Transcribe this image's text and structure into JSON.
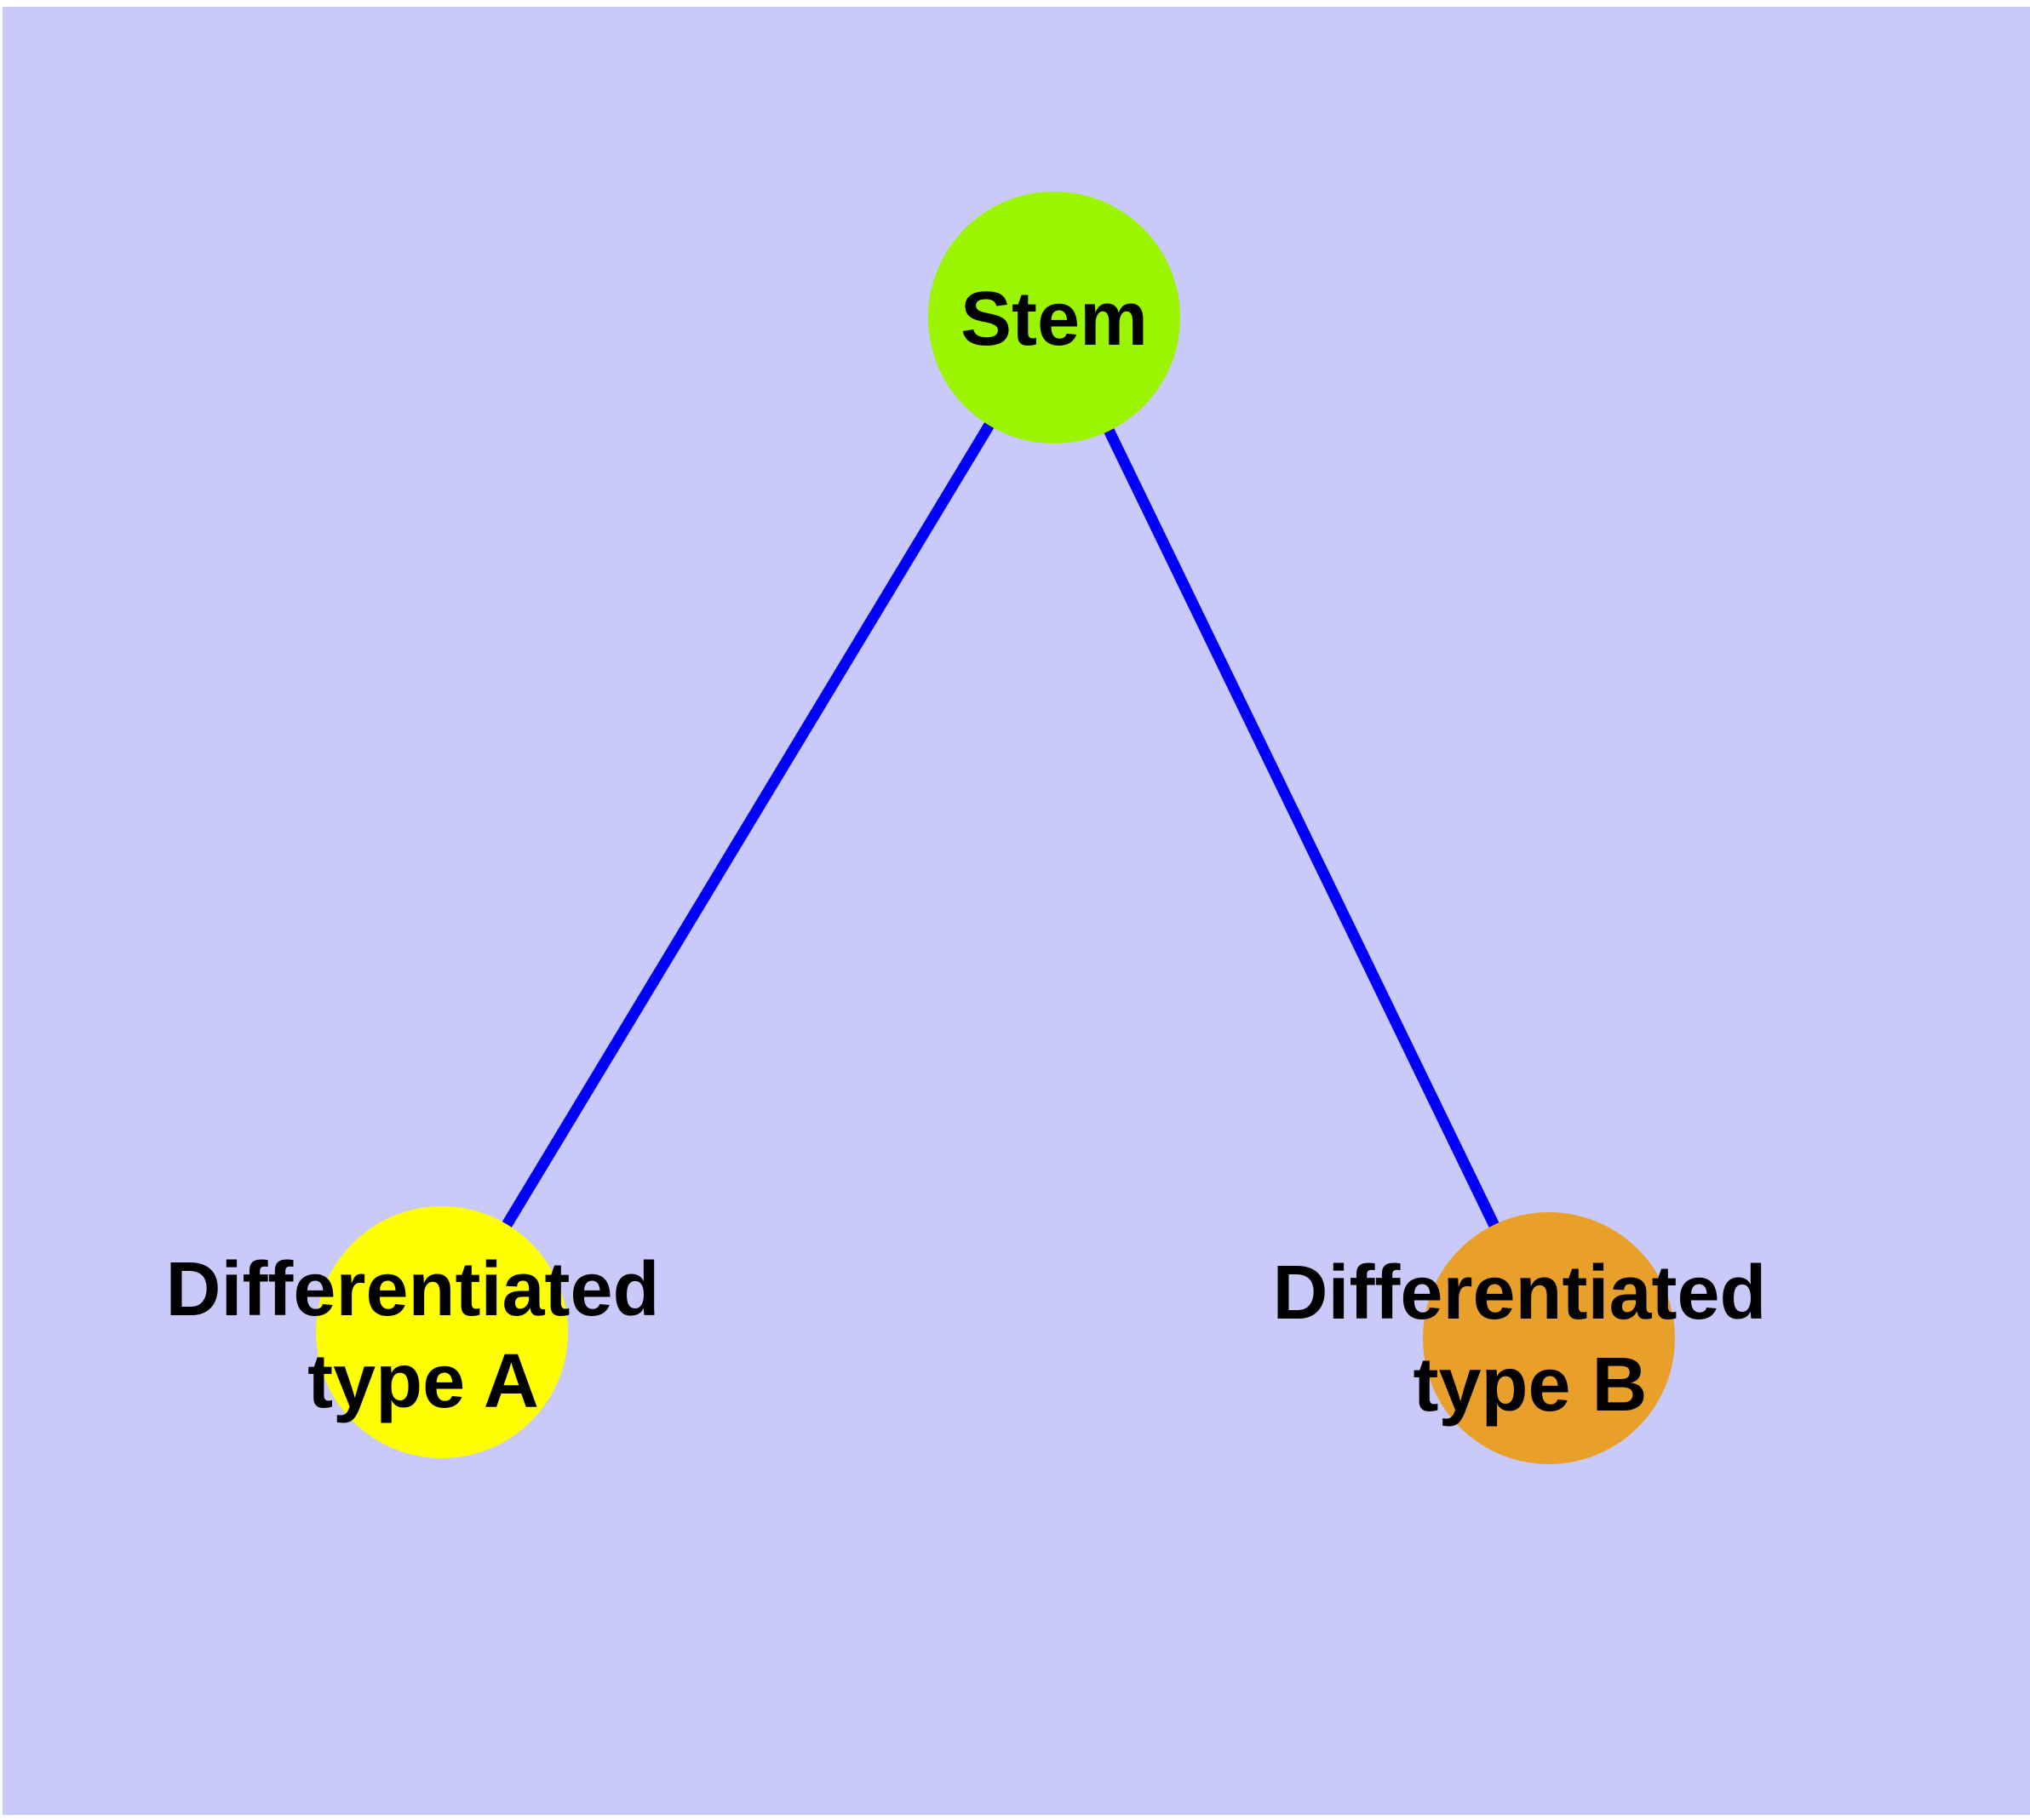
{
  "diagram": {
    "type": "graph",
    "description": "Cell differentiation hierarchy: a Stem node connected to two differentiated cell type nodes",
    "colors": {
      "outer_background": "#FFFFFF",
      "panel_background": "#C9C9FA",
      "edge_color": "#0000F8",
      "node_border_color": "#696969",
      "label_color": "#000000"
    },
    "nodes": [
      {
        "id": "stem",
        "label": "Stem",
        "fill": "#9BF500"
      },
      {
        "id": "type-a",
        "label_line1": "Differentiated",
        "label_line2": "type A",
        "fill": "#FFFF00"
      },
      {
        "id": "type-b",
        "label_line1": "Differentiated",
        "label_line2": "type B",
        "fill": "#E8A02B"
      }
    ],
    "edges": [
      {
        "from": "Stem",
        "to": "Differentiated type A"
      },
      {
        "from": "Stem",
        "to": "Differentiated type B"
      }
    ]
  }
}
